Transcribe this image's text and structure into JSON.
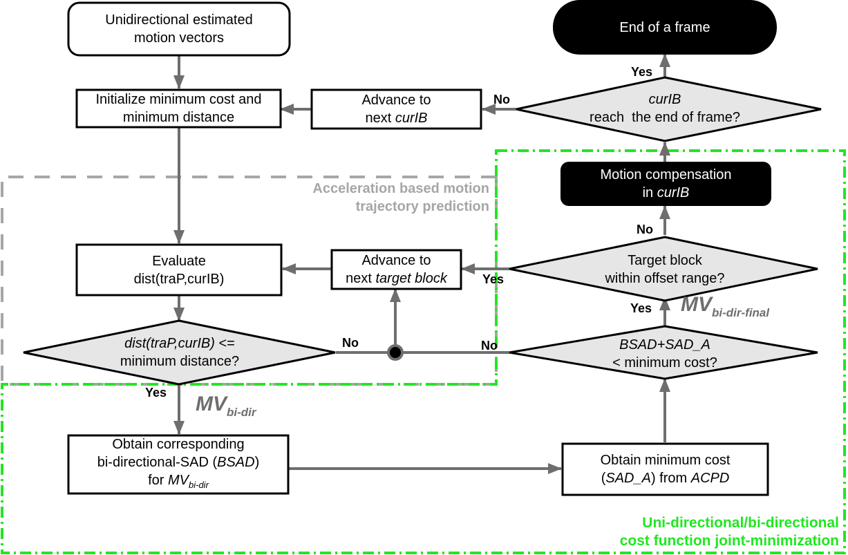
{
  "colors": {
    "arrow": "#6e6e6e",
    "node_border": "#000000",
    "decision_fill": "#e6e6e6",
    "terminal_fill": "#000000",
    "accel_region": "#a6a6a6",
    "joint_region": "#22e622"
  },
  "regions": {
    "acceleration": {
      "title_line1": "Acceleration based motion",
      "title_line2": "trajectory prediction"
    },
    "joint_minimization": {
      "title_line1": "Uni-directional/bi-directional",
      "title_line2": "cost function joint-minimization"
    }
  },
  "nodes": {
    "start": {
      "line1": "Unidirectional estimated",
      "line2": "motion vectors"
    },
    "init": {
      "line1": "Initialize minimum cost and",
      "line2": "minimum distance"
    },
    "advance_curib": {
      "line1": "Advance to",
      "line2_plain": "next ",
      "line2_italic": "curIB"
    },
    "end_frame_decision": {
      "line1_italic": "curIB",
      "line2": "reach  the end of frame?"
    },
    "end_frame": {
      "label": "End of a frame"
    },
    "motion_comp": {
      "line1": "Motion compensation",
      "line2_plain": "in ",
      "line2_italic": "curIB"
    },
    "evaluate": {
      "line1": "Evaluate",
      "line2": "dist(traP,curIB)"
    },
    "advance_target": {
      "line1": "Advance to",
      "line2_plain": "next ",
      "line2_italic": "target block"
    },
    "target_decision": {
      "line1": "Target block",
      "line2": "within offset range?"
    },
    "dist_decision": {
      "line1_italic": "dist(traP,curIB)",
      "line1_plain": " <=",
      "line2": "minimum distance?"
    },
    "cost_decision": {
      "line1_italic": "BSAD+SAD_A",
      "line2": "< minimum cost?"
    },
    "obtain_bsad": {
      "line1": "Obtain corresponding",
      "line2_plain": "bi-directional-SAD (",
      "line2_italic": "BSAD",
      "line2_end": ")",
      "line3_plain": "for ",
      "line3_italic": "MV",
      "line3_sub": "bi-dir"
    },
    "obtain_sad_a": {
      "line1": "Obtain minimum cost",
      "line2_open": "(",
      "line2_italic1": "SAD_A",
      "line2_mid": ") from ",
      "line2_italic2": "ACPD"
    }
  },
  "edge_labels": {
    "yes_end_frame": "Yes",
    "no_end_frame": "No",
    "no_motion_comp": "No",
    "yes_target_advance": "Yes",
    "yes_cost_to_target": "Yes",
    "no_dist": "No",
    "no_cost": "No",
    "yes_dist": "Yes"
  },
  "annotations": {
    "mv_bidir": {
      "main": "MV",
      "sub": "bi-dir"
    },
    "mv_bidir_final": {
      "main": "MV",
      "sub": "bi-dir-final"
    }
  }
}
